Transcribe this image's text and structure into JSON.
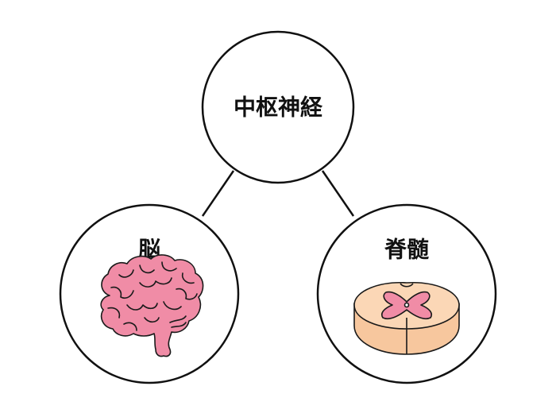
{
  "diagram": {
    "root": {
      "label": "中枢神経"
    },
    "children": [
      {
        "label": "脳",
        "icon": "brain-icon",
        "color": "#F08CA6"
      },
      {
        "label": "脊髄",
        "icon": "spinal-cord-cross-section-icon",
        "color": "#FBD2B0"
      }
    ]
  }
}
